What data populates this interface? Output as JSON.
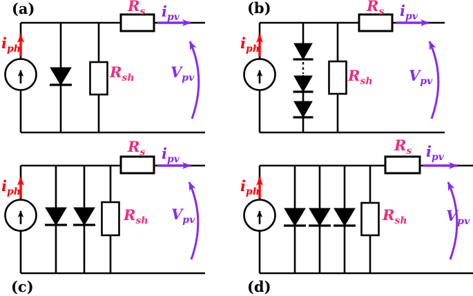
{
  "figure": {
    "type": "circuit-diagram",
    "subject": "photovoltaic cell equivalent circuits",
    "panels": [
      {
        "id": "a",
        "label": "(a)",
        "diode_branches": 1,
        "diodes_per_branch": 1,
        "dashed_series_continuation": false
      },
      {
        "id": "b",
        "label": "(b)",
        "diode_branches": 1,
        "diodes_per_branch": 3,
        "dashed_series_continuation": true
      },
      {
        "id": "c",
        "label": "(c)",
        "diode_branches": 2,
        "diodes_per_branch": 1,
        "dashed_series_continuation": false
      },
      {
        "id": "d",
        "label": "(d)",
        "diode_branches": 3,
        "diodes_per_branch": 1,
        "dashed_series_continuation": false
      }
    ]
  },
  "labels": {
    "iph": {
      "main": "i",
      "sub": "ph"
    },
    "rs": {
      "main": "R",
      "sub": "s"
    },
    "rsh": {
      "main": "R",
      "sub": "sh"
    },
    "ipv": {
      "main": "i",
      "sub": "pv"
    },
    "vpv": {
      "main": "V",
      "sub": "pv"
    }
  },
  "colors": {
    "wire_black": "#000000",
    "photocurrent_red": "#fb0006",
    "resistor_label_pink": "#ee2c7c",
    "output_purple": "#8729ee"
  }
}
